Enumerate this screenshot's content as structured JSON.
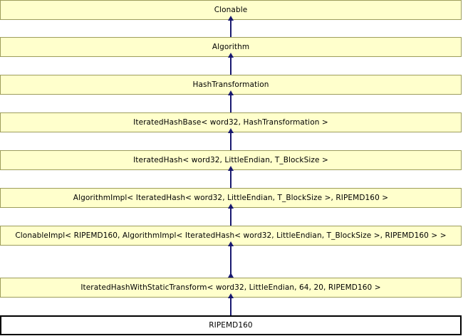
{
  "diagram": {
    "kind": "inheritance-diagram",
    "orientation": "vertical",
    "colors": {
      "node_fill": "#ffffcc",
      "node_border": "#9d9d5c",
      "current_node_fill": "#ffffff",
      "current_node_border": "#000000",
      "edge": "#191970",
      "background": "#ffffff",
      "text": "#000000"
    },
    "nodes": [
      {
        "label": "Clonable",
        "current": false
      },
      {
        "label": "Algorithm",
        "current": false
      },
      {
        "label": "HashTransformation",
        "current": false
      },
      {
        "label": "IteratedHashBase< word32, HashTransformation >",
        "current": false
      },
      {
        "label": "IteratedHash< word32, LittleEndian, T_BlockSize >",
        "current": false
      },
      {
        "label": "AlgorithmImpl< IteratedHash< word32, LittleEndian, T_BlockSize >, RIPEMD160 >",
        "current": false
      },
      {
        "label": "ClonableImpl< RIPEMD160, AlgorithmImpl< IteratedHash< word32, LittleEndian, T_BlockSize >, RIPEMD160 > >",
        "current": false
      },
      {
        "label": "IteratedHashWithStaticTransform< word32, LittleEndian, 64, 20, RIPEMD160 >",
        "current": false
      },
      {
        "label": "RIPEMD160",
        "current": true
      }
    ],
    "edges": [
      {
        "from": 1,
        "to": 0
      },
      {
        "from": 2,
        "to": 1
      },
      {
        "from": 3,
        "to": 2
      },
      {
        "from": 4,
        "to": 3
      },
      {
        "from": 5,
        "to": 4
      },
      {
        "from": 6,
        "to": 5
      },
      {
        "from": 7,
        "to": 6
      },
      {
        "from": 8,
        "to": 7
      }
    ]
  }
}
